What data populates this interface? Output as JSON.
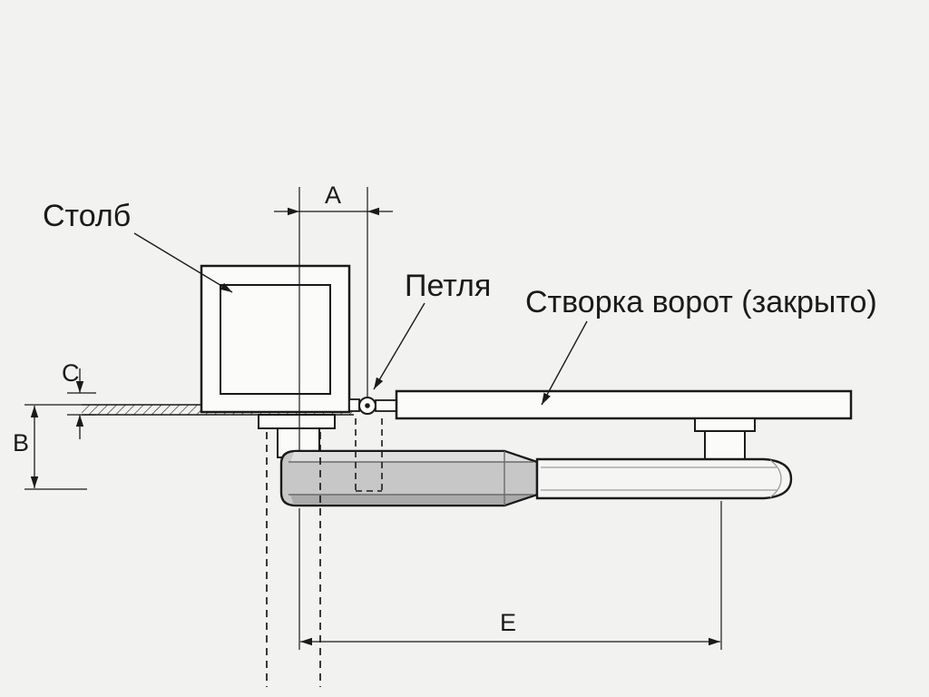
{
  "labels": {
    "post": "Столб",
    "hinge": "Петля",
    "gate_leaf": "Створка ворот (закрыто)"
  },
  "dimensions": {
    "a": "A",
    "b": "B",
    "c": "C",
    "e": "E"
  },
  "colors": {
    "line": "#1a1a1a",
    "background": "#f2f2f0",
    "shape_fill": "#fbfbfa",
    "actuator_body": "#c7c7c7",
    "actuator_body_light": "#dedede",
    "actuator_body_dark": "#aaaaaa",
    "actuator_rod": "#f5f5f4"
  }
}
